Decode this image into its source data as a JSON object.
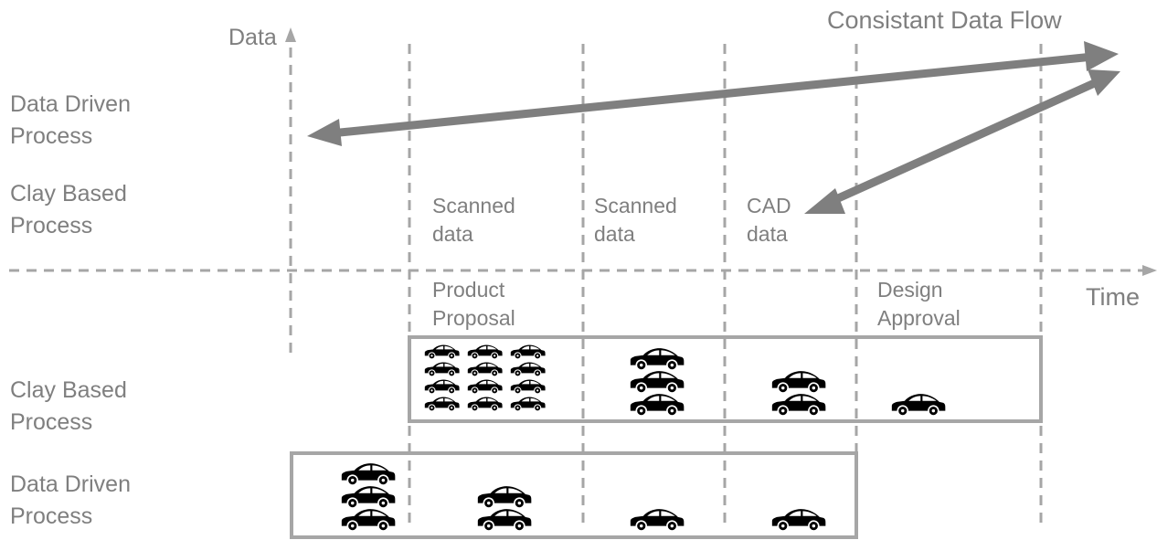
{
  "axes": {
    "y_label": "Data",
    "x_label": "Time"
  },
  "top_left_labels": {
    "data_driven": [
      "Data Driven",
      "Process"
    ],
    "clay_based": [
      "Clay Based",
      "Process"
    ]
  },
  "flow_label": "Consistant Data Flow",
  "upper_column_labels": [
    [
      "Scanned",
      "data"
    ],
    [
      "Scanned",
      "data"
    ],
    [
      "CAD",
      "data"
    ]
  ],
  "milestones": {
    "product_proposal": [
      "Product",
      "Proposal"
    ],
    "design_approval": [
      "Design",
      "Approval"
    ]
  },
  "bottom_row_labels": {
    "clay_based": [
      "Clay Based",
      "Process"
    ],
    "data_driven": [
      "Data Driven",
      "Process"
    ]
  },
  "clay_based_row": {
    "car_counts": [
      12,
      3,
      2,
      1
    ]
  },
  "data_driven_row": {
    "car_counts": [
      3,
      2,
      1,
      1
    ]
  },
  "colors": {
    "axis": "#a6a6a6",
    "arrow": "#7f7f7f",
    "box": "#a6a6a6",
    "text": "#7f7f7f",
    "car": "#000000"
  }
}
